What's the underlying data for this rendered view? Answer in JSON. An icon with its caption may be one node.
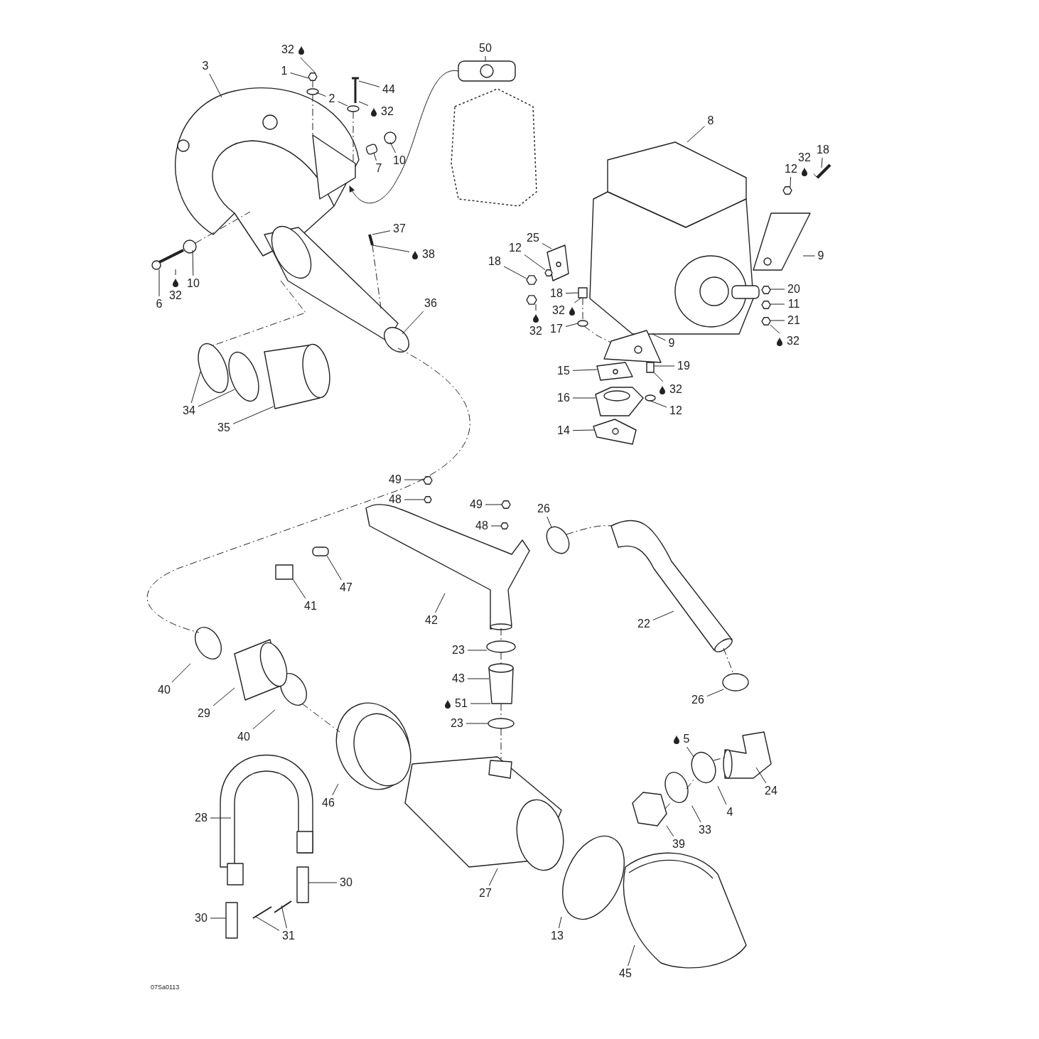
{
  "diagram": {
    "nodes": [
      {
        "text": [
          "32"
        ]
      },
      {
        "text": [
          "50"
        ]
      },
      {
        "text": [
          "1"
        ]
      },
      {
        "text": [
          "3"
        ]
      },
      {
        "text": [
          "44"
        ]
      },
      {
        "text": [
          "2"
        ]
      },
      {
        "text": [
          "32"
        ]
      },
      {
        "text": [
          "8"
        ]
      },
      {
        "text": [
          "32"
        ]
      },
      {
        "text": [
          "18"
        ]
      },
      {
        "text": [
          "10"
        ]
      },
      {
        "text": [
          "7"
        ]
      },
      {
        "text": [
          "12"
        ]
      },
      {
        "text": [
          "25"
        ]
      },
      {
        "text": [
          "12"
        ]
      },
      {
        "text": [
          "37"
        ]
      },
      {
        "text": [
          "38"
        ]
      },
      {
        "text": [
          "9"
        ]
      },
      {
        "text": [
          "18"
        ]
      },
      {
        "text": [
          "20"
        ]
      },
      {
        "text": [
          "6"
        ]
      },
      {
        "text": [
          "10"
        ]
      },
      {
        "text": [
          "32"
        ]
      },
      {
        "text": [
          "36"
        ]
      },
      {
        "text": [
          "18"
        ]
      },
      {
        "text": [
          "32"
        ]
      },
      {
        "text": [
          "11"
        ]
      },
      {
        "text": [
          "21"
        ]
      },
      {
        "text": [
          "17"
        ]
      },
      {
        "text": [
          "32"
        ]
      },
      {
        "text": [
          "32"
        ]
      },
      {
        "text": [
          "9"
        ]
      },
      {
        "text": [
          "15"
        ]
      },
      {
        "text": [
          "19"
        ]
      },
      {
        "text": [
          "32"
        ]
      },
      {
        "text": [
          "16"
        ]
      },
      {
        "text": [
          "12"
        ]
      },
      {
        "text": [
          "34"
        ]
      },
      {
        "text": [
          "35"
        ]
      },
      {
        "text": [
          "14"
        ]
      },
      {
        "text": [
          "49"
        ]
      },
      {
        "text": [
          "48"
        ]
      },
      {
        "text": [
          "49"
        ]
      },
      {
        "text": [
          "26"
        ]
      },
      {
        "text": [
          "48"
        ]
      },
      {
        "text": [
          "47"
        ]
      },
      {
        "text": [
          "41"
        ]
      },
      {
        "text": [
          "42"
        ]
      },
      {
        "text": [
          "22"
        ]
      },
      {
        "text": [
          "23"
        ]
      },
      {
        "text": [
          "43"
        ]
      },
      {
        "text": [
          "40"
        ]
      },
      {
        "text": [
          "51"
        ]
      },
      {
        "text": [
          "26"
        ]
      },
      {
        "text": [
          "29"
        ]
      },
      {
        "text": [
          "23"
        ]
      },
      {
        "text": [
          "40"
        ]
      },
      {
        "text": [
          "5"
        ]
      },
      {
        "text": [
          "24"
        ]
      },
      {
        "text": [
          "46"
        ]
      },
      {
        "text": [
          "4"
        ]
      },
      {
        "text": [
          "28"
        ]
      },
      {
        "text": [
          "33"
        ]
      },
      {
        "text": [
          "39"
        ]
      },
      {
        "text": [
          "30"
        ]
      },
      {
        "text": [
          "27"
        ]
      },
      {
        "text": [
          "30"
        ]
      },
      {
        "text": [
          "13"
        ]
      },
      {
        "text": [
          "31"
        ]
      },
      {
        "text": [
          "45"
        ]
      },
      {
        "text": [],
        "shape": "picture"
      },
      {
        "text": [],
        "shape": "picture"
      },
      {
        "text": [],
        "shape": "bar"
      },
      {
        "text": [],
        "shape": "circle"
      },
      {
        "text": [],
        "shape": "circle"
      },
      {
        "text": [],
        "shape": "picture"
      },
      {
        "text": [],
        "shape": "hexagon"
      },
      {
        "text": [],
        "shape": "circle"
      },
      {
        "text": [],
        "shape": "bar"
      },
      {
        "text": [],
        "shape": "circle"
      },
      {
        "text": [],
        "shape": "box"
      },
      {
        "text": [],
        "shape": "circle"
      },
      {
        "text": [],
        "shape": "circle"
      },
      {
        "text": [],
        "shape": "picture"
      },
      {
        "text": [],
        "shape": "picture"
      },
      {
        "text": [],
        "shape": "picture"
      },
      {
        "text": [],
        "shape": "picture"
      },
      {
        "text": [],
        "shape": "picture"
      },
      {
        "text": [],
        "shape": "picture"
      },
      {
        "text": [],
        "shape": "bar"
      },
      {
        "text": [],
        "shape": "hexagon"
      },
      {
        "text": [],
        "shape": "hexagon"
      },
      {
        "text": [],
        "shape": "hexagon"
      },
      {
        "text": [],
        "shape": "hexagon"
      },
      {
        "text": [],
        "shape": "hexagon"
      },
      {
        "text": [],
        "shape": "hexagon"
      },
      {
        "text": [],
        "shape": "hexagon"
      },
      {
        "text": [],
        "shape": "box"
      },
      {
        "text": [],
        "shape": "circle"
      },
      {
        "text": [],
        "shape": "box"
      },
      {
        "text": [],
        "shape": "circle"
      },
      {
        "text": [],
        "shape": "picture"
      },
      {
        "text": [],
        "shape": "picture"
      },
      {
        "text": [],
        "shape": "picture"
      },
      {
        "text": [],
        "shape": "picture"
      },
      {
        "text": [],
        "shape": "box"
      },
      {
        "text": [],
        "shape": "box"
      },
      {
        "text": [],
        "shape": "hexagon"
      },
      {
        "text": [],
        "shape": "hexagon"
      },
      {
        "text": [],
        "shape": "hexagon"
      },
      {
        "text": [],
        "shape": "hexagon"
      },
      {
        "text": [],
        "shape": "circle"
      },
      {
        "text": [],
        "shape": "circle"
      },
      {
        "text": [],
        "shape": "circle"
      },
      {
        "text": [],
        "shape": "circle"
      },
      {
        "text": [],
        "shape": "circle"
      },
      {
        "text": [],
        "shape": "circle"
      },
      {
        "text": [],
        "shape": "picture"
      },
      {
        "text": [],
        "shape": "picture"
      },
      {
        "text": [],
        "shape": "picture"
      },
      {
        "text": [],
        "shape": "picture"
      },
      {
        "text": [],
        "shape": "picture"
      },
      {
        "text": [],
        "shape": "picture"
      },
      {
        "text": [],
        "shape": "circle"
      },
      {
        "text": [],
        "shape": "circle"
      },
      {
        "text": [],
        "shape": "hexagon"
      },
      {
        "text": [],
        "shape": "circle"
      },
      {
        "text": [],
        "shape": "picture"
      },
      {
        "text": [],
        "shape": "picture"
      },
      {
        "text": [],
        "shape": "box"
      },
      {
        "text": [],
        "shape": "box"
      },
      {
        "text": [],
        "shape": "bar"
      },
      {
        "text": [],
        "shape": "bar"
      }
    ],
    "edges": [
      {
        "from": 0,
        "to": 76,
        "arrow": "none"
      },
      {
        "from": 1,
        "to": 84,
        "arrow": "none"
      },
      {
        "from": 2,
        "to": 76,
        "arrow": "none"
      },
      {
        "from": 3,
        "to": 70,
        "arrow": "none"
      },
      {
        "from": 4,
        "to": 78,
        "arrow": "none"
      },
      {
        "from": 5,
        "to": 77,
        "arrow": "none"
      },
      {
        "from": 5,
        "to": 79,
        "arrow": "none"
      },
      {
        "from": 6,
        "to": 78,
        "arrow": "none"
      },
      {
        "from": 7,
        "to": 85,
        "arrow": "none"
      },
      {
        "from": 8,
        "to": 89,
        "arrow": "none"
      },
      {
        "from": 9,
        "to": 89,
        "arrow": "none"
      },
      {
        "from": 10,
        "to": 81,
        "arrow": "none"
      },
      {
        "from": 11,
        "to": 80,
        "arrow": "none"
      },
      {
        "from": 12,
        "to": 90,
        "arrow": "none"
      },
      {
        "from": 13,
        "to": 88,
        "arrow": "none"
      },
      {
        "from": 14,
        "to": 96,
        "arrow": "none"
      },
      {
        "from": 15,
        "to": 72,
        "arrow": "none"
      },
      {
        "from": 16,
        "to": 72,
        "arrow": "none"
      },
      {
        "from": 17,
        "to": 86,
        "arrow": "none"
      },
      {
        "from": 18,
        "to": 94,
        "arrow": "none"
      },
      {
        "from": 19,
        "to": 91,
        "arrow": "none"
      },
      {
        "from": 20,
        "to": 83,
        "arrow": "none"
      },
      {
        "from": 21,
        "to": 82,
        "arrow": "none"
      },
      {
        "from": 22,
        "to": 83,
        "arrow": "none"
      },
      {
        "from": 23,
        "to": 71,
        "arrow": "none"
      },
      {
        "from": 24,
        "to": 97,
        "arrow": "none"
      },
      {
        "from": 25,
        "to": 97,
        "arrow": "none"
      },
      {
        "from": 26,
        "to": 92,
        "arrow": "none"
      },
      {
        "from": 27,
        "to": 93,
        "arrow": "none"
      },
      {
        "from": 28,
        "to": 98,
        "arrow": "none"
      },
      {
        "from": 29,
        "to": 93,
        "arrow": "none"
      },
      {
        "from": 30,
        "to": 95,
        "arrow": "none"
      },
      {
        "from": 31,
        "to": 87,
        "arrow": "none"
      },
      {
        "from": 32,
        "to": 101,
        "arrow": "none"
      },
      {
        "from": 33,
        "to": 99,
        "arrow": "none"
      },
      {
        "from": 34,
        "to": 99,
        "arrow": "none"
      },
      {
        "from": 35,
        "to": 102,
        "arrow": "none"
      },
      {
        "from": 36,
        "to": 100,
        "arrow": "none"
      },
      {
        "from": 37,
        "to": 73,
        "arrow": "none"
      },
      {
        "from": 37,
        "to": 74,
        "arrow": "none"
      },
      {
        "from": 38,
        "to": 75,
        "arrow": "none"
      },
      {
        "from": 39,
        "to": 103,
        "arrow": "none"
      },
      {
        "from": 40,
        "to": 107,
        "arrow": "none"
      },
      {
        "from": 41,
        "to": 108,
        "arrow": "none"
      },
      {
        "from": 42,
        "to": 109,
        "arrow": "none"
      },
      {
        "from": 43,
        "to": 111,
        "arrow": "none"
      },
      {
        "from": 44,
        "to": 110,
        "arrow": "none"
      },
      {
        "from": 45,
        "to": 105,
        "arrow": "none"
      },
      {
        "from": 46,
        "to": 106,
        "arrow": "none"
      },
      {
        "from": 47,
        "to": 104,
        "arrow": "none"
      },
      {
        "from": 48,
        "to": 117,
        "arrow": "none"
      },
      {
        "from": 49,
        "to": 113,
        "arrow": "none"
      },
      {
        "from": 50,
        "to": 118,
        "arrow": "none"
      },
      {
        "from": 51,
        "to": 115,
        "arrow": "none"
      },
      {
        "from": 52,
        "to": 118,
        "arrow": "none"
      },
      {
        "from": 53,
        "to": 112,
        "arrow": "none"
      },
      {
        "from": 54,
        "to": 119,
        "arrow": "none"
      },
      {
        "from": 55,
        "to": 114,
        "arrow": "none"
      },
      {
        "from": 56,
        "to": 116,
        "arrow": "none"
      },
      {
        "from": 57,
        "to": 123,
        "arrow": "none"
      },
      {
        "from": 58,
        "to": 122,
        "arrow": "none"
      },
      {
        "from": 59,
        "to": 120,
        "arrow": "none"
      },
      {
        "from": 60,
        "to": 123,
        "arrow": "none"
      },
      {
        "from": 61,
        "to": 128,
        "arrow": "none"
      },
      {
        "from": 62,
        "to": 124,
        "arrow": "none"
      },
      {
        "from": 63,
        "to": 125,
        "arrow": "none"
      },
      {
        "from": 64,
        "to": 129,
        "arrow": "none"
      },
      {
        "from": 65,
        "to": 121,
        "arrow": "none"
      },
      {
        "from": 66,
        "to": 130,
        "arrow": "none"
      },
      {
        "from": 67,
        "to": 126,
        "arrow": "none"
      },
      {
        "from": 68,
        "to": 131,
        "arrow": "none"
      },
      {
        "from": 68,
        "to": 132,
        "arrow": "none"
      },
      {
        "from": 69,
        "to": 127,
        "arrow": "none"
      },
      {
        "from": 84,
        "to": 70,
        "arrow": "to"
      },
      {
        "from": 76,
        "to": 77,
        "arrow": "none",
        "style": "dashed"
      },
      {
        "from": 77,
        "to": 70,
        "arrow": "none",
        "style": "dashed"
      },
      {
        "from": 79,
        "to": 70,
        "arrow": "none",
        "style": "dashed"
      },
      {
        "from": 82,
        "to": 70,
        "arrow": "none",
        "style": "dashed"
      },
      {
        "from": 72,
        "to": 71,
        "arrow": "none",
        "style": "dashed"
      },
      {
        "from": 71,
        "to": 73,
        "arrow": "none",
        "style": "dashed"
      },
      {
        "from": 71,
        "to": 115,
        "arrow": "none",
        "style": "dashed"
      },
      {
        "from": 111,
        "to": 117,
        "arrow": "none",
        "style": "dashed"
      },
      {
        "from": 117,
        "to": 112,
        "arrow": "none",
        "style": "dashed"
      },
      {
        "from": 116,
        "to": 120,
        "arrow": "none",
        "style": "dashed"
      },
      {
        "from": 104,
        "to": 113,
        "arrow": "none",
        "style": "dashed"
      },
      {
        "from": 113,
        "to": 118,
        "arrow": "none",
        "style": "dashed"
      },
      {
        "from": 118,
        "to": 114,
        "arrow": "none",
        "style": "dashed"
      },
      {
        "from": 114,
        "to": 121,
        "arrow": "none",
        "style": "dashed"
      },
      {
        "from": 97,
        "to": 98,
        "arrow": "none",
        "style": "dashed"
      },
      {
        "from": 98,
        "to": 87,
        "arrow": "none",
        "style": "dashed"
      },
      {
        "from": 125,
        "to": 124,
        "arrow": "none",
        "style": "dashed"
      },
      {
        "from": 124,
        "to": 123,
        "arrow": "none",
        "style": "dashed"
      },
      {
        "from": 123,
        "to": 122,
        "arrow": "none",
        "style": "dashed"
      }
    ],
    "labels": [
      "07Sa0113"
    ]
  }
}
